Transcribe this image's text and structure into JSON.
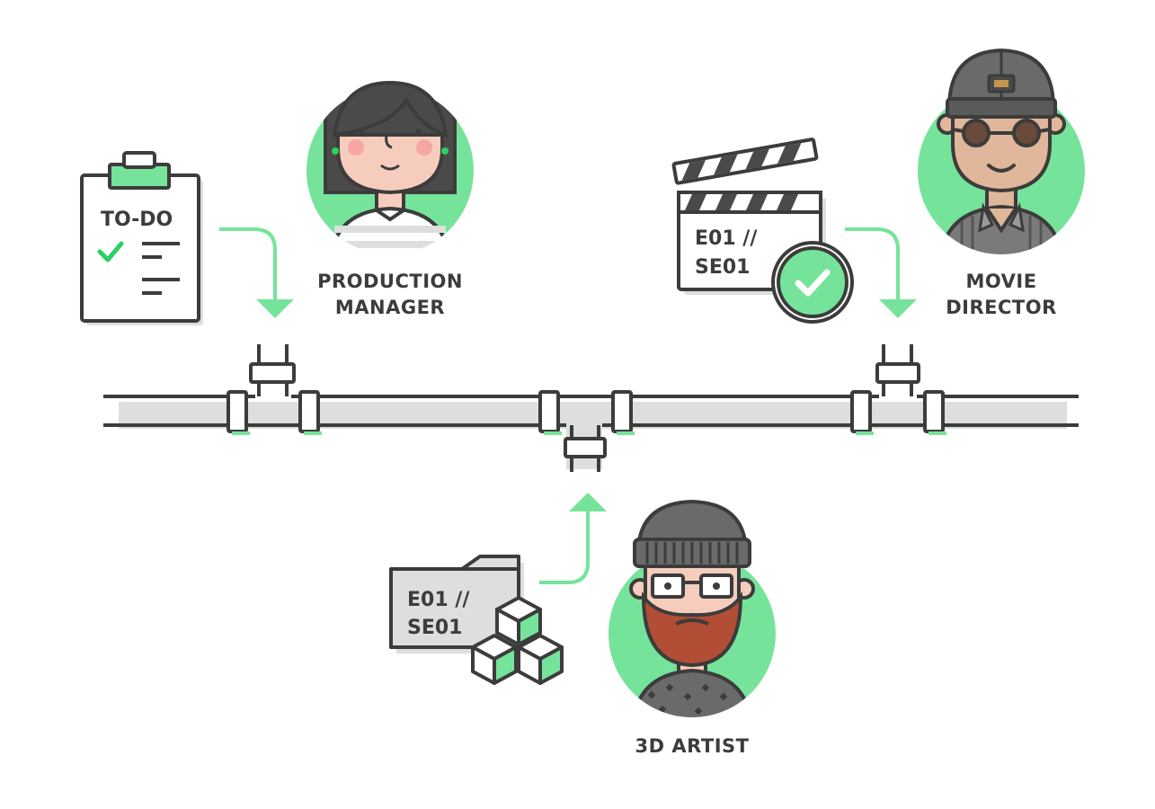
{
  "roles": {
    "production_manager": {
      "line1": "PRODUCTION",
      "line2": "MANAGER"
    },
    "movie_director": {
      "line1": "MOVIE",
      "line2": "DIRECTOR"
    },
    "artist_3d": {
      "line1": "3D ARTIST"
    }
  },
  "clipboard": {
    "title": "TO-DO"
  },
  "clapperboard": {
    "line1": "E01 //",
    "line2": "SE01"
  },
  "folder": {
    "line1": "E01 //",
    "line2": "SE01"
  },
  "colors": {
    "accent_green": "#76e39a",
    "check_green": "#2ccf63",
    "outline": "#3c3c3c",
    "pipe_fill": "#dcdfdc",
    "skin": "#f6cdbd",
    "beard": "#b24e36",
    "hair": "#4a4a4a"
  },
  "icons": [
    "clipboard-icon",
    "clapperboard-icon",
    "folder-icon",
    "cubes-icon",
    "check-icon",
    "arrow-down-icon",
    "arrow-up-icon"
  ]
}
